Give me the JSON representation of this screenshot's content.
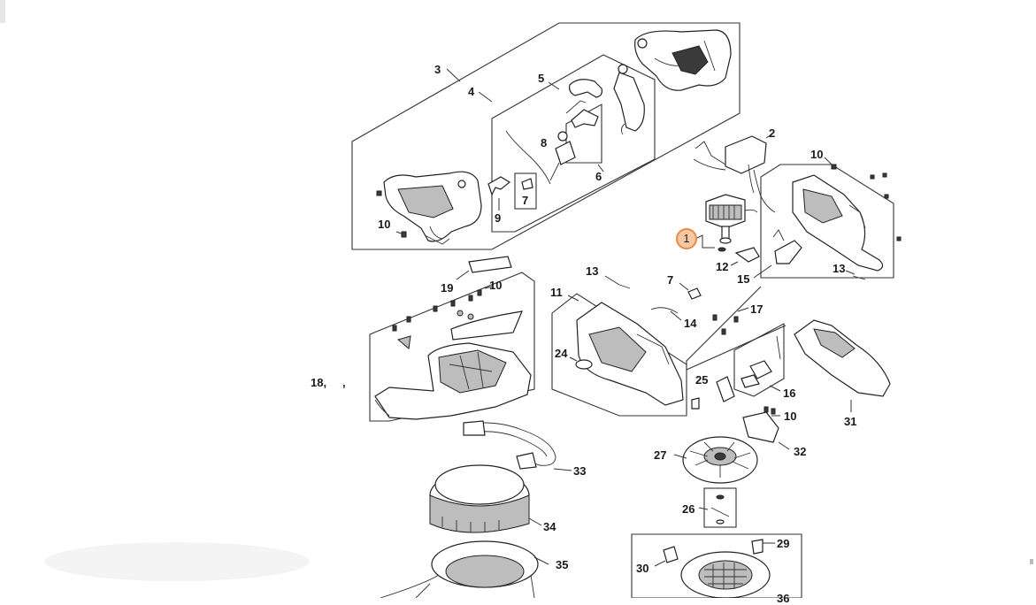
{
  "diagram": {
    "highlighted_part": "1",
    "accent_color": "#e98a3c",
    "callouts": [
      {
        "id": "c3",
        "label": "3"
      },
      {
        "id": "c4",
        "label": "4"
      },
      {
        "id": "c5",
        "label": "5"
      },
      {
        "id": "c8",
        "label": "8"
      },
      {
        "id": "c6",
        "label": "6"
      },
      {
        "id": "c7a",
        "label": "7"
      },
      {
        "id": "c9",
        "label": "9"
      },
      {
        "id": "c10a",
        "label": "10"
      },
      {
        "id": "c2",
        "label": "2"
      },
      {
        "id": "c10b",
        "label": "10"
      },
      {
        "id": "c1",
        "label": "1"
      },
      {
        "id": "c12",
        "label": "12"
      },
      {
        "id": "c15",
        "label": "15"
      },
      {
        "id": "c13a",
        "label": "13"
      },
      {
        "id": "c13b",
        "label": "13"
      },
      {
        "id": "c7b",
        "label": "7"
      },
      {
        "id": "c11",
        "label": "11"
      },
      {
        "id": "c19",
        "label": "19"
      },
      {
        "id": "c10c",
        "label": "10"
      },
      {
        "id": "c14",
        "label": "14"
      },
      {
        "id": "c17",
        "label": "17"
      },
      {
        "id": "c18",
        "label": "18,"
      },
      {
        "id": "c18comma",
        "label": ","
      },
      {
        "id": "c24",
        "label": "24"
      },
      {
        "id": "c25",
        "label": "25"
      },
      {
        "id": "c16",
        "label": "16"
      },
      {
        "id": "c10d",
        "label": "10"
      },
      {
        "id": "c31",
        "label": "31"
      },
      {
        "id": "c32",
        "label": "32"
      },
      {
        "id": "c27",
        "label": "27"
      },
      {
        "id": "c33",
        "label": "33"
      },
      {
        "id": "c26",
        "label": "26"
      },
      {
        "id": "c34",
        "label": "34"
      },
      {
        "id": "c29",
        "label": "29"
      },
      {
        "id": "c30",
        "label": "30"
      },
      {
        "id": "c35",
        "label": "35"
      },
      {
        "id": "c36",
        "label": "36"
      }
    ]
  }
}
